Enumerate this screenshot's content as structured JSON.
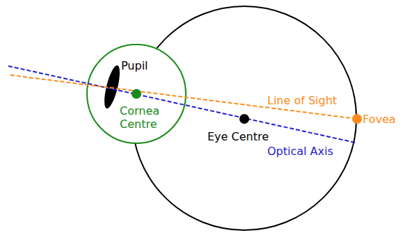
{
  "diagram": {
    "labels": [
      "Pupil",
      "Cornea Centre",
      "Line of Sight",
      "Fovea",
      "Eye Centre",
      "Optical Axis"
    ]
  }
}
